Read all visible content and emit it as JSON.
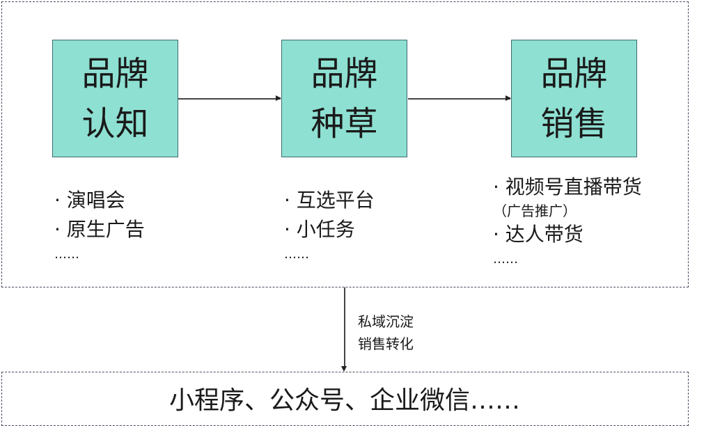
{
  "stages": [
    {
      "title": [
        "品牌",
        "认知"
      ],
      "items": [
        "· 演唱会",
        "· 原生广告"
      ],
      "more": "……"
    },
    {
      "title": [
        "品牌",
        "种草"
      ],
      "items": [
        "· 互选平台",
        "· 小任务"
      ],
      "more": "……"
    },
    {
      "title": [
        "品牌",
        "销售"
      ],
      "items": [
        "· 视频号直播带货",
        "（广告推广）",
        "· 达人带货"
      ],
      "more": "……"
    }
  ],
  "connector_label": [
    "私域沉淀",
    "销售转化"
  ],
  "bottom_text": "小程序、公众号、企业微信……",
  "colors": {
    "box_fill": "#8ee0d2",
    "box_border": "#3d6b70",
    "dash": "#4a4a60"
  }
}
